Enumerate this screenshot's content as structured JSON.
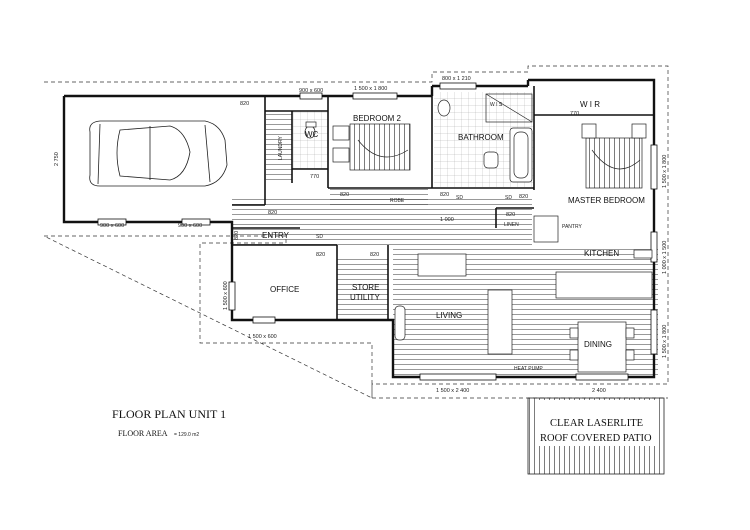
{
  "plan": {
    "title": "FLOOR PLAN UNIT 1",
    "area_label": "FLOOR AREA",
    "area_value": "= 129.0 m2",
    "rooms": {
      "bedroom2": "BEDROOM 2",
      "bathroom": "BATHROOM",
      "wir": "W I R",
      "master": "MASTER BEDROOM",
      "wc": "WC",
      "laundry": "LAUNDRY",
      "robe": "ROBE",
      "linen": "LINEN",
      "pantry": "PANTRY",
      "entry": "ENTRY",
      "kitchen": "KITCHEN",
      "office": "OFFICE",
      "store": "STORE",
      "utility": "UTILITY",
      "living": "LIVING",
      "dining": "DINING",
      "heat_pump": "HEAT PUMP",
      "wis": "W I S",
      "sd1": "SD",
      "sd2": "SD",
      "sd3": "SD"
    },
    "patio": {
      "line1": "CLEAR LASERLITE",
      "line2": "ROOF COVERED PATIO"
    },
    "dimensions": {
      "top_bed2_window": "1 500 x 1 800",
      "top_wc_window": "900 x 600",
      "top_bath_window": "800 x 1 210",
      "door_garage": "820",
      "door_wir": "770",
      "door_wc": "770",
      "garage_depth": "2 750",
      "garage_window_left": "900 x 600",
      "garage_window_right": "900 x 600",
      "door_laundry": "820",
      "door_bed2": "820",
      "door_bath": "820",
      "door_master": "820",
      "door_linen": "820",
      "hall_width": "1 000",
      "door_entry": "820",
      "door_office": "820",
      "door_store": "820",
      "office_window_side": "1 500 x 600",
      "office_window_bottom": "1 500 x 600",
      "master_window": "1 500 x 1 800",
      "kitchen_window": "1 000 x 1 500",
      "dining_window": "1 500 x 1 800",
      "living_window": "1 500 x 2 400",
      "slider": "2 400"
    }
  }
}
